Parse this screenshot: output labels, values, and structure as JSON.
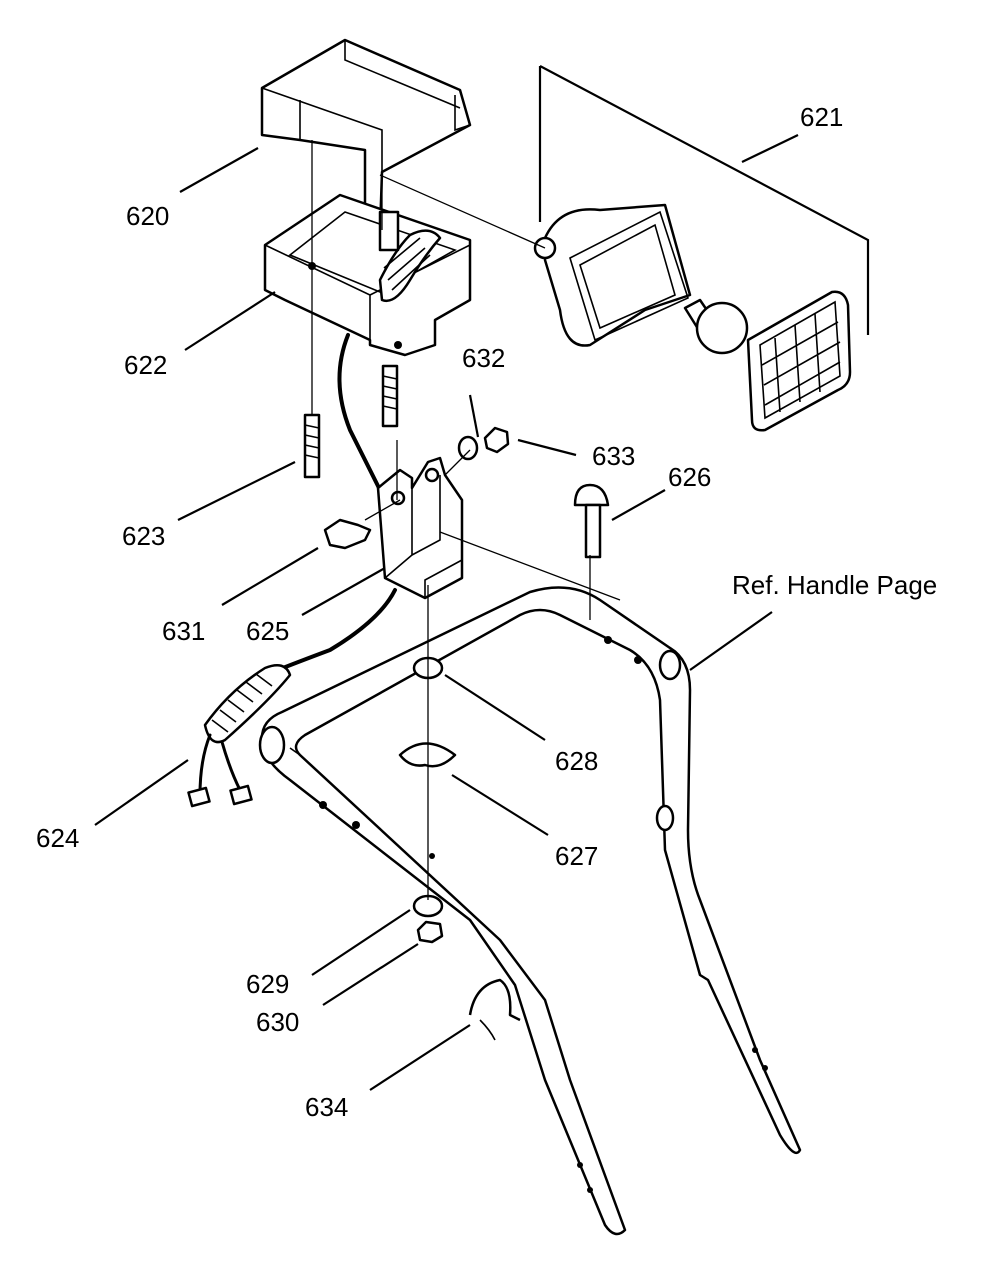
{
  "diagram": {
    "callouts": [
      {
        "id": "620",
        "label": "620"
      },
      {
        "id": "621",
        "label": "621"
      },
      {
        "id": "622",
        "label": "622"
      },
      {
        "id": "623",
        "label": "623"
      },
      {
        "id": "624",
        "label": "624"
      },
      {
        "id": "625",
        "label": "625"
      },
      {
        "id": "626",
        "label": "626"
      },
      {
        "id": "627",
        "label": "627"
      },
      {
        "id": "628",
        "label": "628"
      },
      {
        "id": "629",
        "label": "629"
      },
      {
        "id": "630",
        "label": "630"
      },
      {
        "id": "631",
        "label": "631"
      },
      {
        "id": "632",
        "label": "632"
      },
      {
        "id": "633",
        "label": "633"
      },
      {
        "id": "634",
        "label": "634"
      }
    ],
    "reference_note": "Ref. Handle Page"
  }
}
